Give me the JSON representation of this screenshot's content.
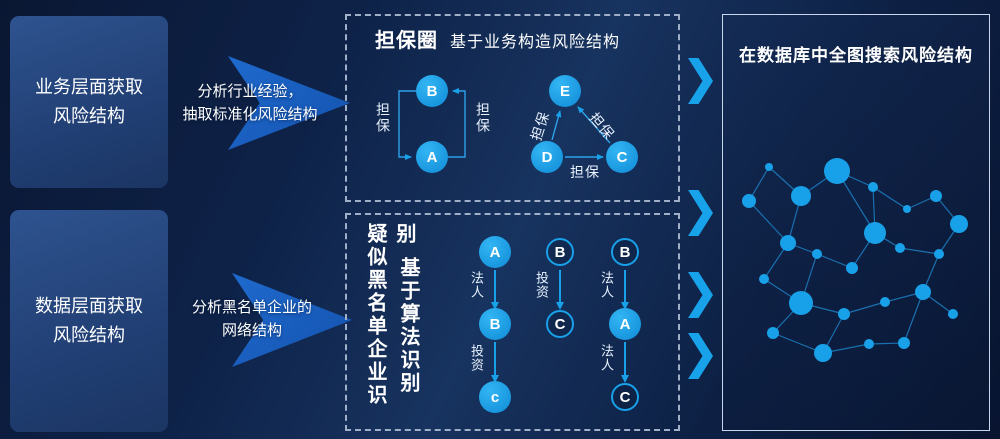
{
  "colors": {
    "accent": "#18a0e8",
    "panel_blue": "#24477f",
    "arrow_blue": "#1a5fc0",
    "background": "#0d2044"
  },
  "left_panels": [
    {
      "line1": "业务层面获取",
      "line2": "风险结构"
    },
    {
      "line1": "数据层面获取",
      "line2": "风险结构"
    }
  ],
  "process_arrows": [
    {
      "line1": "分析行业经验，",
      "line2": "抽取标准化风险结构"
    },
    {
      "line1": "分析黑名单企业的",
      "line2": "网络结构"
    }
  ],
  "guarantee_box": {
    "title": "担保圈",
    "subtitle": "基于业务构造风险结构",
    "loop": {
      "top_node": "B",
      "bottom_node": "A",
      "left_edge_label": "担保",
      "right_edge_label": "担保"
    },
    "triangle": {
      "top_node": "E",
      "left_node": "D",
      "right_node": "C",
      "left_edge_label": "担保",
      "right_edge_label": "担保",
      "bottom_edge_label": "担保"
    }
  },
  "algorithm_box": {
    "vertical_title": "疑似黑名单企业识别",
    "vertical_subtitle": "基于算法识别",
    "chains": [
      {
        "nodes": [
          {
            "label": "A",
            "filled": true
          },
          {
            "label": "B",
            "filled": true
          },
          {
            "label": "c",
            "filled": true
          }
        ],
        "edge_labels": [
          "法人",
          "投资"
        ]
      },
      {
        "nodes": [
          {
            "label": "B",
            "filled": false
          },
          {
            "label": "C",
            "filled": false
          }
        ],
        "edge_labels": [
          "投资"
        ]
      },
      {
        "nodes": [
          {
            "label": "B",
            "filled": false
          },
          {
            "label": "A",
            "filled": true
          },
          {
            "label": "C",
            "filled": false
          }
        ],
        "edge_labels": [
          "法人",
          "法人"
        ]
      }
    ]
  },
  "database_panel": {
    "title": "在数据库中全图搜索风险结构",
    "network": {
      "nodes": [
        [
          26,
          116,
          7
        ],
        [
          46,
          82,
          4
        ],
        [
          78,
          111,
          10
        ],
        [
          114,
          86,
          13
        ],
        [
          150,
          102,
          5
        ],
        [
          184,
          124,
          4
        ],
        [
          213,
          111,
          6
        ],
        [
          236,
          139,
          9
        ],
        [
          216,
          169,
          5
        ],
        [
          177,
          163,
          5
        ],
        [
          152,
          148,
          11
        ],
        [
          129,
          183,
          6
        ],
        [
          94,
          169,
          5
        ],
        [
          65,
          158,
          8
        ],
        [
          41,
          194,
          5
        ],
        [
          78,
          218,
          12
        ],
        [
          121,
          229,
          6
        ],
        [
          162,
          217,
          5
        ],
        [
          200,
          207,
          8
        ],
        [
          230,
          229,
          5
        ],
        [
          50,
          248,
          6
        ],
        [
          100,
          268,
          9
        ],
        [
          146,
          259,
          5
        ],
        [
          181,
          258,
          6
        ]
      ],
      "edges": [
        [
          0,
          1
        ],
        [
          1,
          2
        ],
        [
          2,
          3
        ],
        [
          3,
          4
        ],
        [
          4,
          5
        ],
        [
          5,
          6
        ],
        [
          6,
          7
        ],
        [
          7,
          8
        ],
        [
          8,
          9
        ],
        [
          9,
          10
        ],
        [
          10,
          4
        ],
        [
          10,
          11
        ],
        [
          11,
          12
        ],
        [
          12,
          13
        ],
        [
          13,
          0
        ],
        [
          13,
          14
        ],
        [
          14,
          15
        ],
        [
          15,
          16
        ],
        [
          16,
          17
        ],
        [
          17,
          18
        ],
        [
          18,
          19
        ],
        [
          8,
          18
        ],
        [
          15,
          20
        ],
        [
          20,
          21
        ],
        [
          21,
          22
        ],
        [
          22,
          23
        ],
        [
          23,
          18
        ],
        [
          12,
          15
        ],
        [
          2,
          13
        ],
        [
          3,
          10
        ],
        [
          16,
          21
        ]
      ]
    }
  }
}
